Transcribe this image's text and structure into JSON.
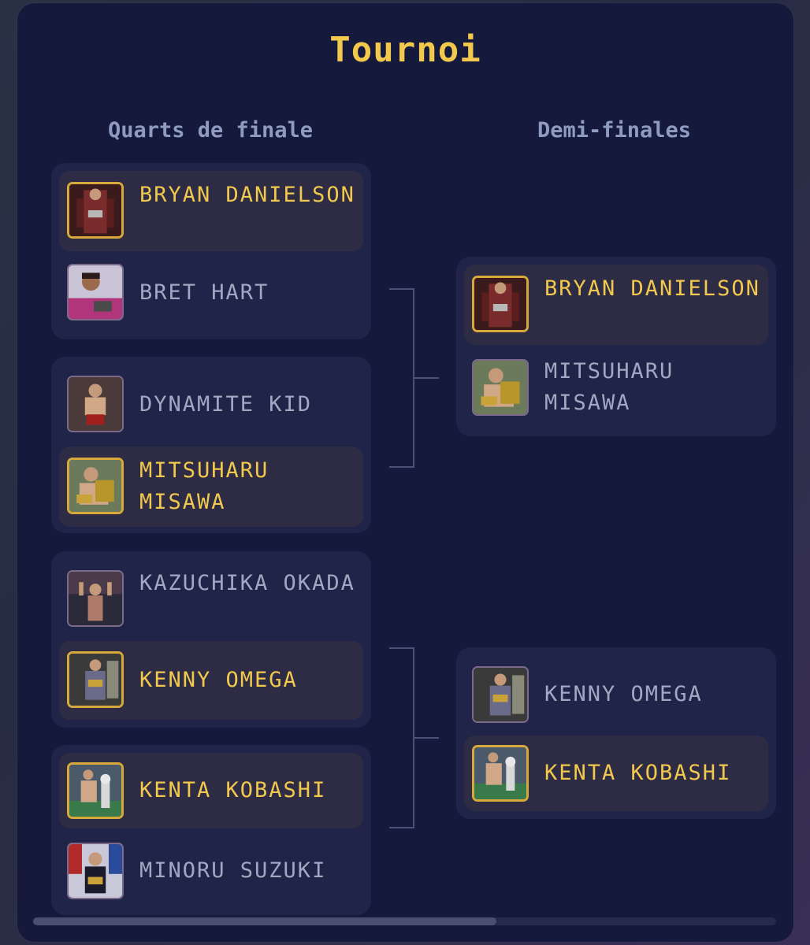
{
  "title": "Tournoi",
  "columns": {
    "quarters": "Quarts de finale",
    "semis": "Demi-finales"
  },
  "quarterfinals": [
    {
      "winner": "BRYAN DANIELSON",
      "loser": "BRET HART",
      "winner_first": true
    },
    {
      "winner": "MITSUHARU MISAWA",
      "loser": "DYNAMITE KID",
      "winner_first": false
    },
    {
      "winner": "KENNY OMEGA",
      "loser": "KAZUCHIKA OKADA",
      "winner_first": false
    },
    {
      "winner": "KENTA KOBASHI",
      "loser": "MINORU SUZUKI",
      "winner_first": true
    }
  ],
  "semifinals": [
    {
      "winner": "BRYAN DANIELSON",
      "loser": "MITSUHARU MISAWA",
      "winner_first": true
    },
    {
      "winner": "KENTA KOBASHI",
      "loser": "KENNY OMEGA",
      "winner_first": false
    }
  ],
  "colors": {
    "accent": "#f2c94c",
    "panel": "#151a3c",
    "card": "#1f2448",
    "winner_row": "#2e2c45"
  }
}
